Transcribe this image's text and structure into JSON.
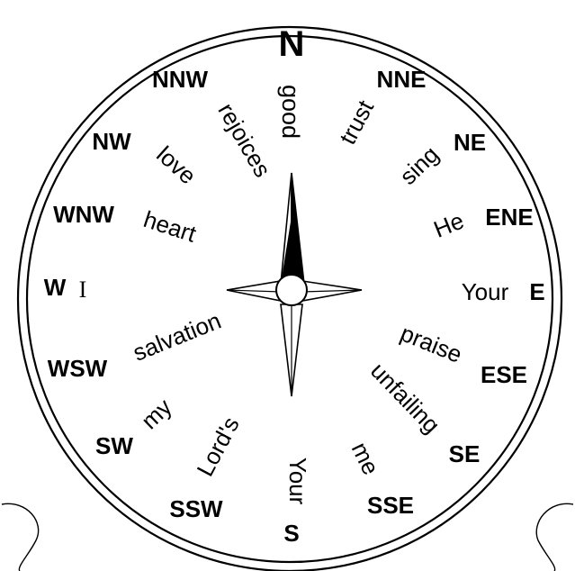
{
  "directions": {
    "n": "N",
    "nne": "NNE",
    "ne": "NE",
    "ene": "ENE",
    "e": "E",
    "ese": "ESE",
    "se": "SE",
    "sse": "SSE",
    "s": "S",
    "ssw": "SSW",
    "sw": "SW",
    "wsw": "WSW",
    "w": "W",
    "wnw": "WNW",
    "nw": "NW",
    "nnw": "NNW"
  },
  "words": {
    "good": "good",
    "trust": "trust",
    "sing": "sing",
    "he": "He",
    "your_e": "Your",
    "praise": "praise",
    "unfailing": "unfailing",
    "me": "me",
    "your_s": "Your",
    "lords": "Lord's",
    "my": "my",
    "salvation": "salvation",
    "i": "I",
    "heart": "heart",
    "love": "love",
    "rejoices": "rejoices"
  }
}
